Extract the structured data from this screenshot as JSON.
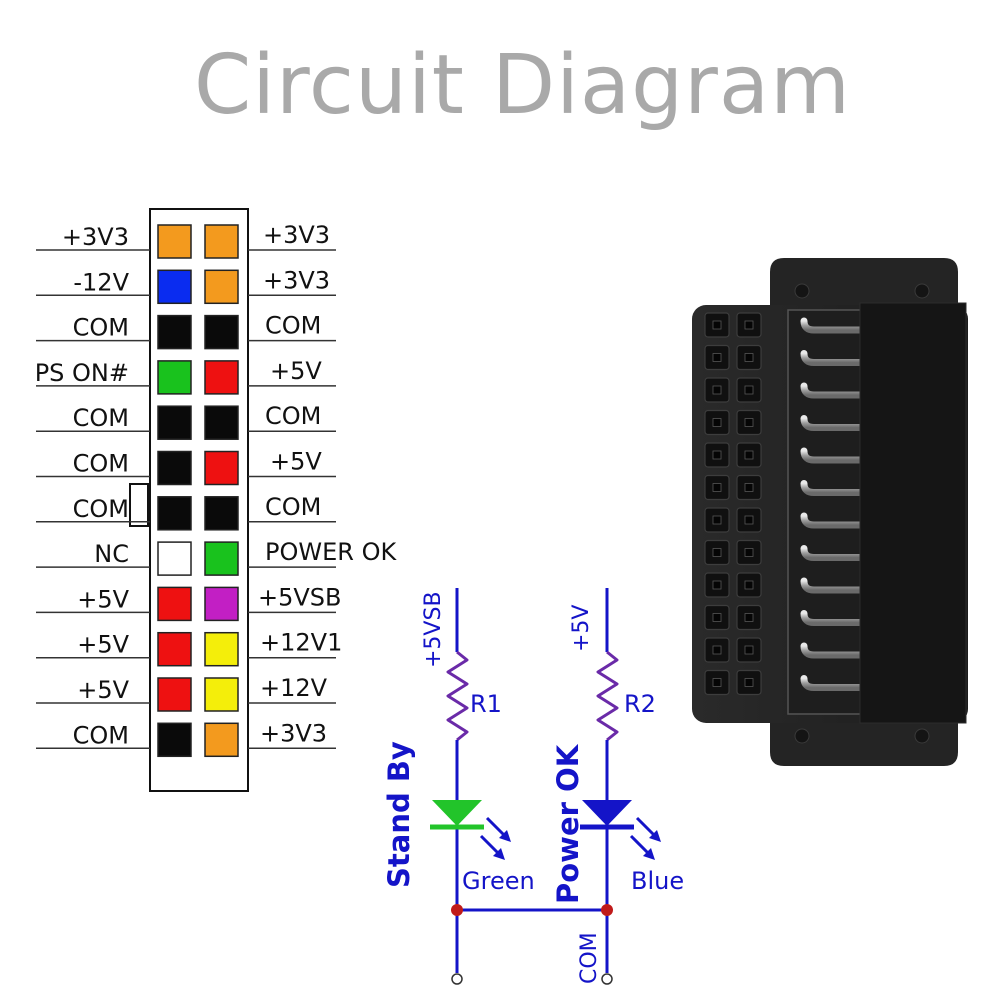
{
  "title": "Circuit Diagram",
  "colors": {
    "orange": "#f39a1e",
    "blue": "#0a2cf0",
    "black": "#0a0a0a",
    "green": "#19c21d",
    "red": "#ee1111",
    "white": "#ffffff",
    "magenta": "#c21fc4",
    "yellow": "#f4ee0a",
    "schematic": "#1414c8",
    "resistor": "#6a2aa8",
    "node": "#c01a1a",
    "led_green": "#22c42a",
    "led_blue": "#1414c8"
  },
  "pins": [
    {
      "left_label": "+3V3",
      "left_color": "orange",
      "right_color": "orange",
      "right_label": "+3V3"
    },
    {
      "left_label": "-12V",
      "left_color": "blue",
      "right_color": "orange",
      "right_label": "+3V3"
    },
    {
      "left_label": "COM",
      "left_color": "black",
      "right_color": "black",
      "right_label": "COM"
    },
    {
      "left_label": "PS ON#",
      "left_color": "green",
      "right_color": "red",
      "right_label": "+5V"
    },
    {
      "left_label": "COM",
      "left_color": "black",
      "right_color": "black",
      "right_label": "COM"
    },
    {
      "left_label": "COM",
      "left_color": "black",
      "right_color": "red",
      "right_label": "+5V"
    },
    {
      "left_label": "COM",
      "left_color": "black",
      "right_color": "black",
      "right_label": "COM"
    },
    {
      "left_label": "NC",
      "left_color": "white",
      "right_color": "green",
      "right_label": "POWER OK"
    },
    {
      "left_label": "+5V",
      "left_color": "red",
      "right_color": "magenta",
      "right_label": "+5VSB"
    },
    {
      "left_label": "+5V",
      "left_color": "red",
      "right_color": "yellow",
      "right_label": "+12V1"
    },
    {
      "left_label": "+5V",
      "left_color": "red",
      "right_color": "yellow",
      "right_label": "+12V"
    },
    {
      "left_label": "COM",
      "left_color": "black",
      "right_color": "orange",
      "right_label": "+3V3"
    }
  ],
  "schematic": {
    "left_supply": "+5VSB",
    "right_supply": "+5V",
    "r1": "R1",
    "r2": "R2",
    "led1_name": "Stand By",
    "led1_color": "Green",
    "led2_name": "Power OK",
    "led2_color": "Blue",
    "common": "COM"
  }
}
